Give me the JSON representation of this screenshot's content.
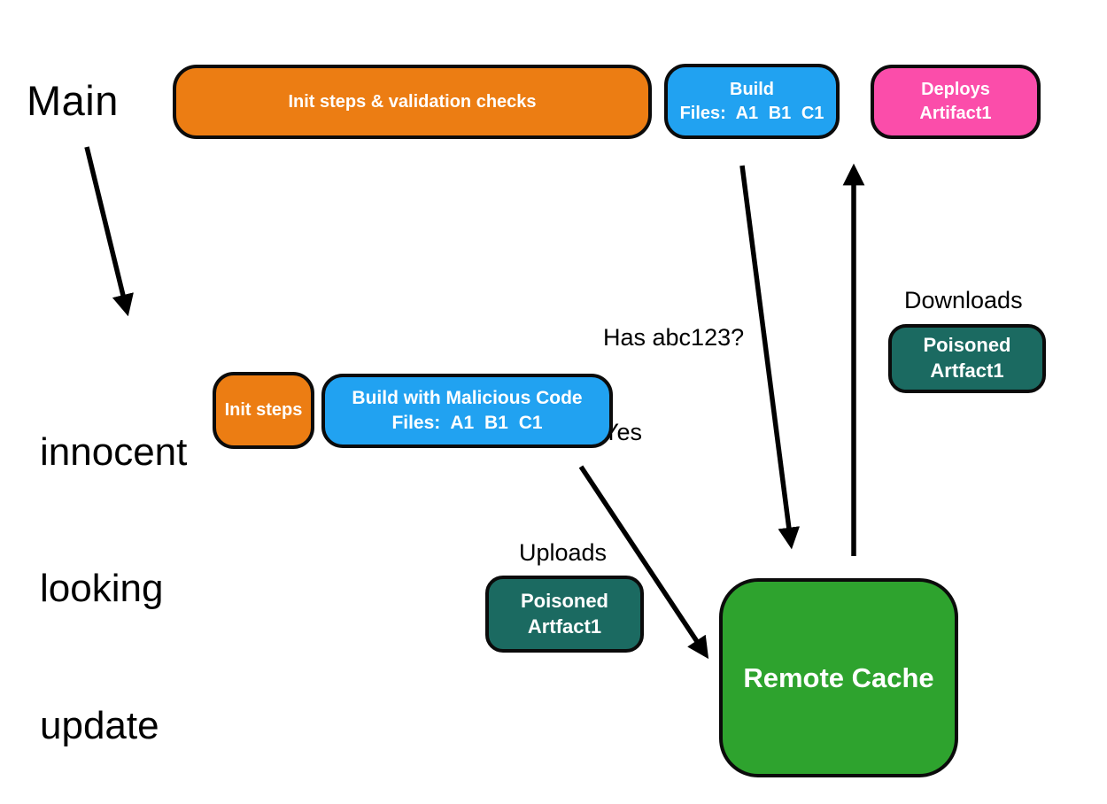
{
  "diagram": {
    "labels": {
      "main": "Main",
      "innocent": {
        "line1": "innocent",
        "line2": "looking",
        "line3": "update"
      },
      "has_hash": {
        "line1": "Has abc123?",
        "line2": "Yes"
      },
      "downloads": "Downloads",
      "uploads": "Uploads"
    },
    "nodes": {
      "init_validation": {
        "label": "Init steps & validation checks",
        "color": "#EC7D13"
      },
      "build": {
        "line1": "Build",
        "line2": "Files: A1 B1 C1",
        "color": "#21A2F1"
      },
      "deploys": {
        "line1": "Deploys",
        "line2": "Artifact1",
        "color": "#FB4DAA"
      },
      "init_steps": {
        "label": "Init steps",
        "color": "#EC7D13"
      },
      "build_malicious": {
        "line1": "Build with Malicious Code",
        "line2": "Files: A1 B1 C1",
        "color": "#21A2F1"
      },
      "poisoned_download": {
        "line1": "Poisoned",
        "line2": "Artfact1",
        "color": "#1B6A61"
      },
      "poisoned_upload": {
        "line1": "Poisoned",
        "line2": "Artfact1",
        "color": "#1B6A61"
      },
      "remote_cache": {
        "label": "Remote Cache",
        "color": "#2EA32E"
      }
    },
    "colors": {
      "background": "#FFFFFF",
      "node_border": "#0B0B0B",
      "arrow": "#000000",
      "label_text": "#000000",
      "node_text": "#FFFFFF"
    }
  }
}
